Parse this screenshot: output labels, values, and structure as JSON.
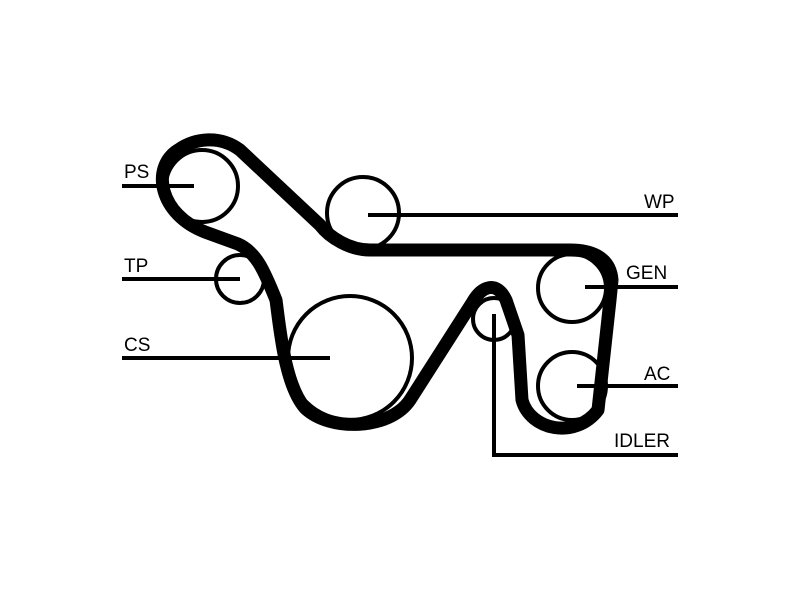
{
  "labels": {
    "ps": "PS",
    "tp": "TP",
    "cs": "CS",
    "wp": "WP",
    "gen": "GEN",
    "ac": "AC",
    "idler": "IDLER"
  }
}
